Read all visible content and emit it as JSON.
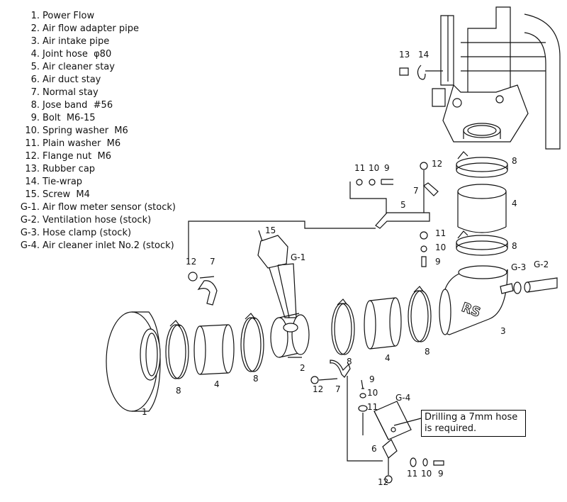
{
  "parts_list": [
    {
      "num": "1.",
      "name": "Power Flow"
    },
    {
      "num": "2.",
      "name": "Air flow adapter pipe"
    },
    {
      "num": "3.",
      "name": "Air intake pipe"
    },
    {
      "num": "4.",
      "name": "Joint hose  φ80"
    },
    {
      "num": "5.",
      "name": "Air cleaner stay"
    },
    {
      "num": "6.",
      "name": "Air duct stay"
    },
    {
      "num": "7.",
      "name": "Normal stay"
    },
    {
      "num": "8.",
      "name": "Jose band  #56"
    },
    {
      "num": "9.",
      "name": "Bolt  M6-15"
    },
    {
      "num": "10.",
      "name": "Spring washer  M6"
    },
    {
      "num": "11.",
      "name": "Plain washer  M6"
    },
    {
      "num": "12.",
      "name": "Flange nut  M6"
    },
    {
      "num": "13.",
      "name": "Rubber cap"
    },
    {
      "num": "14.",
      "name": "Tie-wrap"
    },
    {
      "num": "15.",
      "name": "Screw  M4"
    },
    {
      "num": "G-1.",
      "name": "Air flow meter sensor (stock)"
    },
    {
      "num": "G-2.",
      "name": "Ventilation hose (stock)"
    },
    {
      "num": "G-3.",
      "name": "Hose clamp (stock)"
    },
    {
      "num": "G-4.",
      "name": "Air cleaner inlet No.2 (stock)"
    }
  ],
  "callouts": {
    "c13": "13",
    "c14": "14",
    "c8_top": "8",
    "c4_right": "4",
    "c8_mid_right": "8",
    "c12_top": "12",
    "c7_top": "7",
    "c5": "5",
    "c11_top": "11",
    "c10_top": "10",
    "c9_top": "9",
    "c11_r": "11",
    "c10_r": "10",
    "c9_r": "9",
    "cG3": "G-3",
    "cG2": "G-2",
    "c15": "15",
    "cG1": "G-1",
    "c12_left": "12",
    "c7_left": "7",
    "c3": "3",
    "c8_a": "8",
    "c4_a": "4",
    "c8_b": "8",
    "c2": "2",
    "c8_c": "8",
    "c4_b": "4",
    "c8_d": "8",
    "c1": "1",
    "c9_b": "9",
    "c10_b": "10",
    "c11_b": "11",
    "cG4": "G-4",
    "c12_b": "12",
    "c7_b": "7",
    "c6": "6",
    "c11_bot": "11",
    "c10_bot": "10",
    "c9_bot": "9",
    "c12_bot": "12"
  },
  "diagram_text": {
    "pipe_logo": "RS"
  },
  "note": {
    "line1": "Drilling a 7mm hose",
    "line2": "is required."
  }
}
